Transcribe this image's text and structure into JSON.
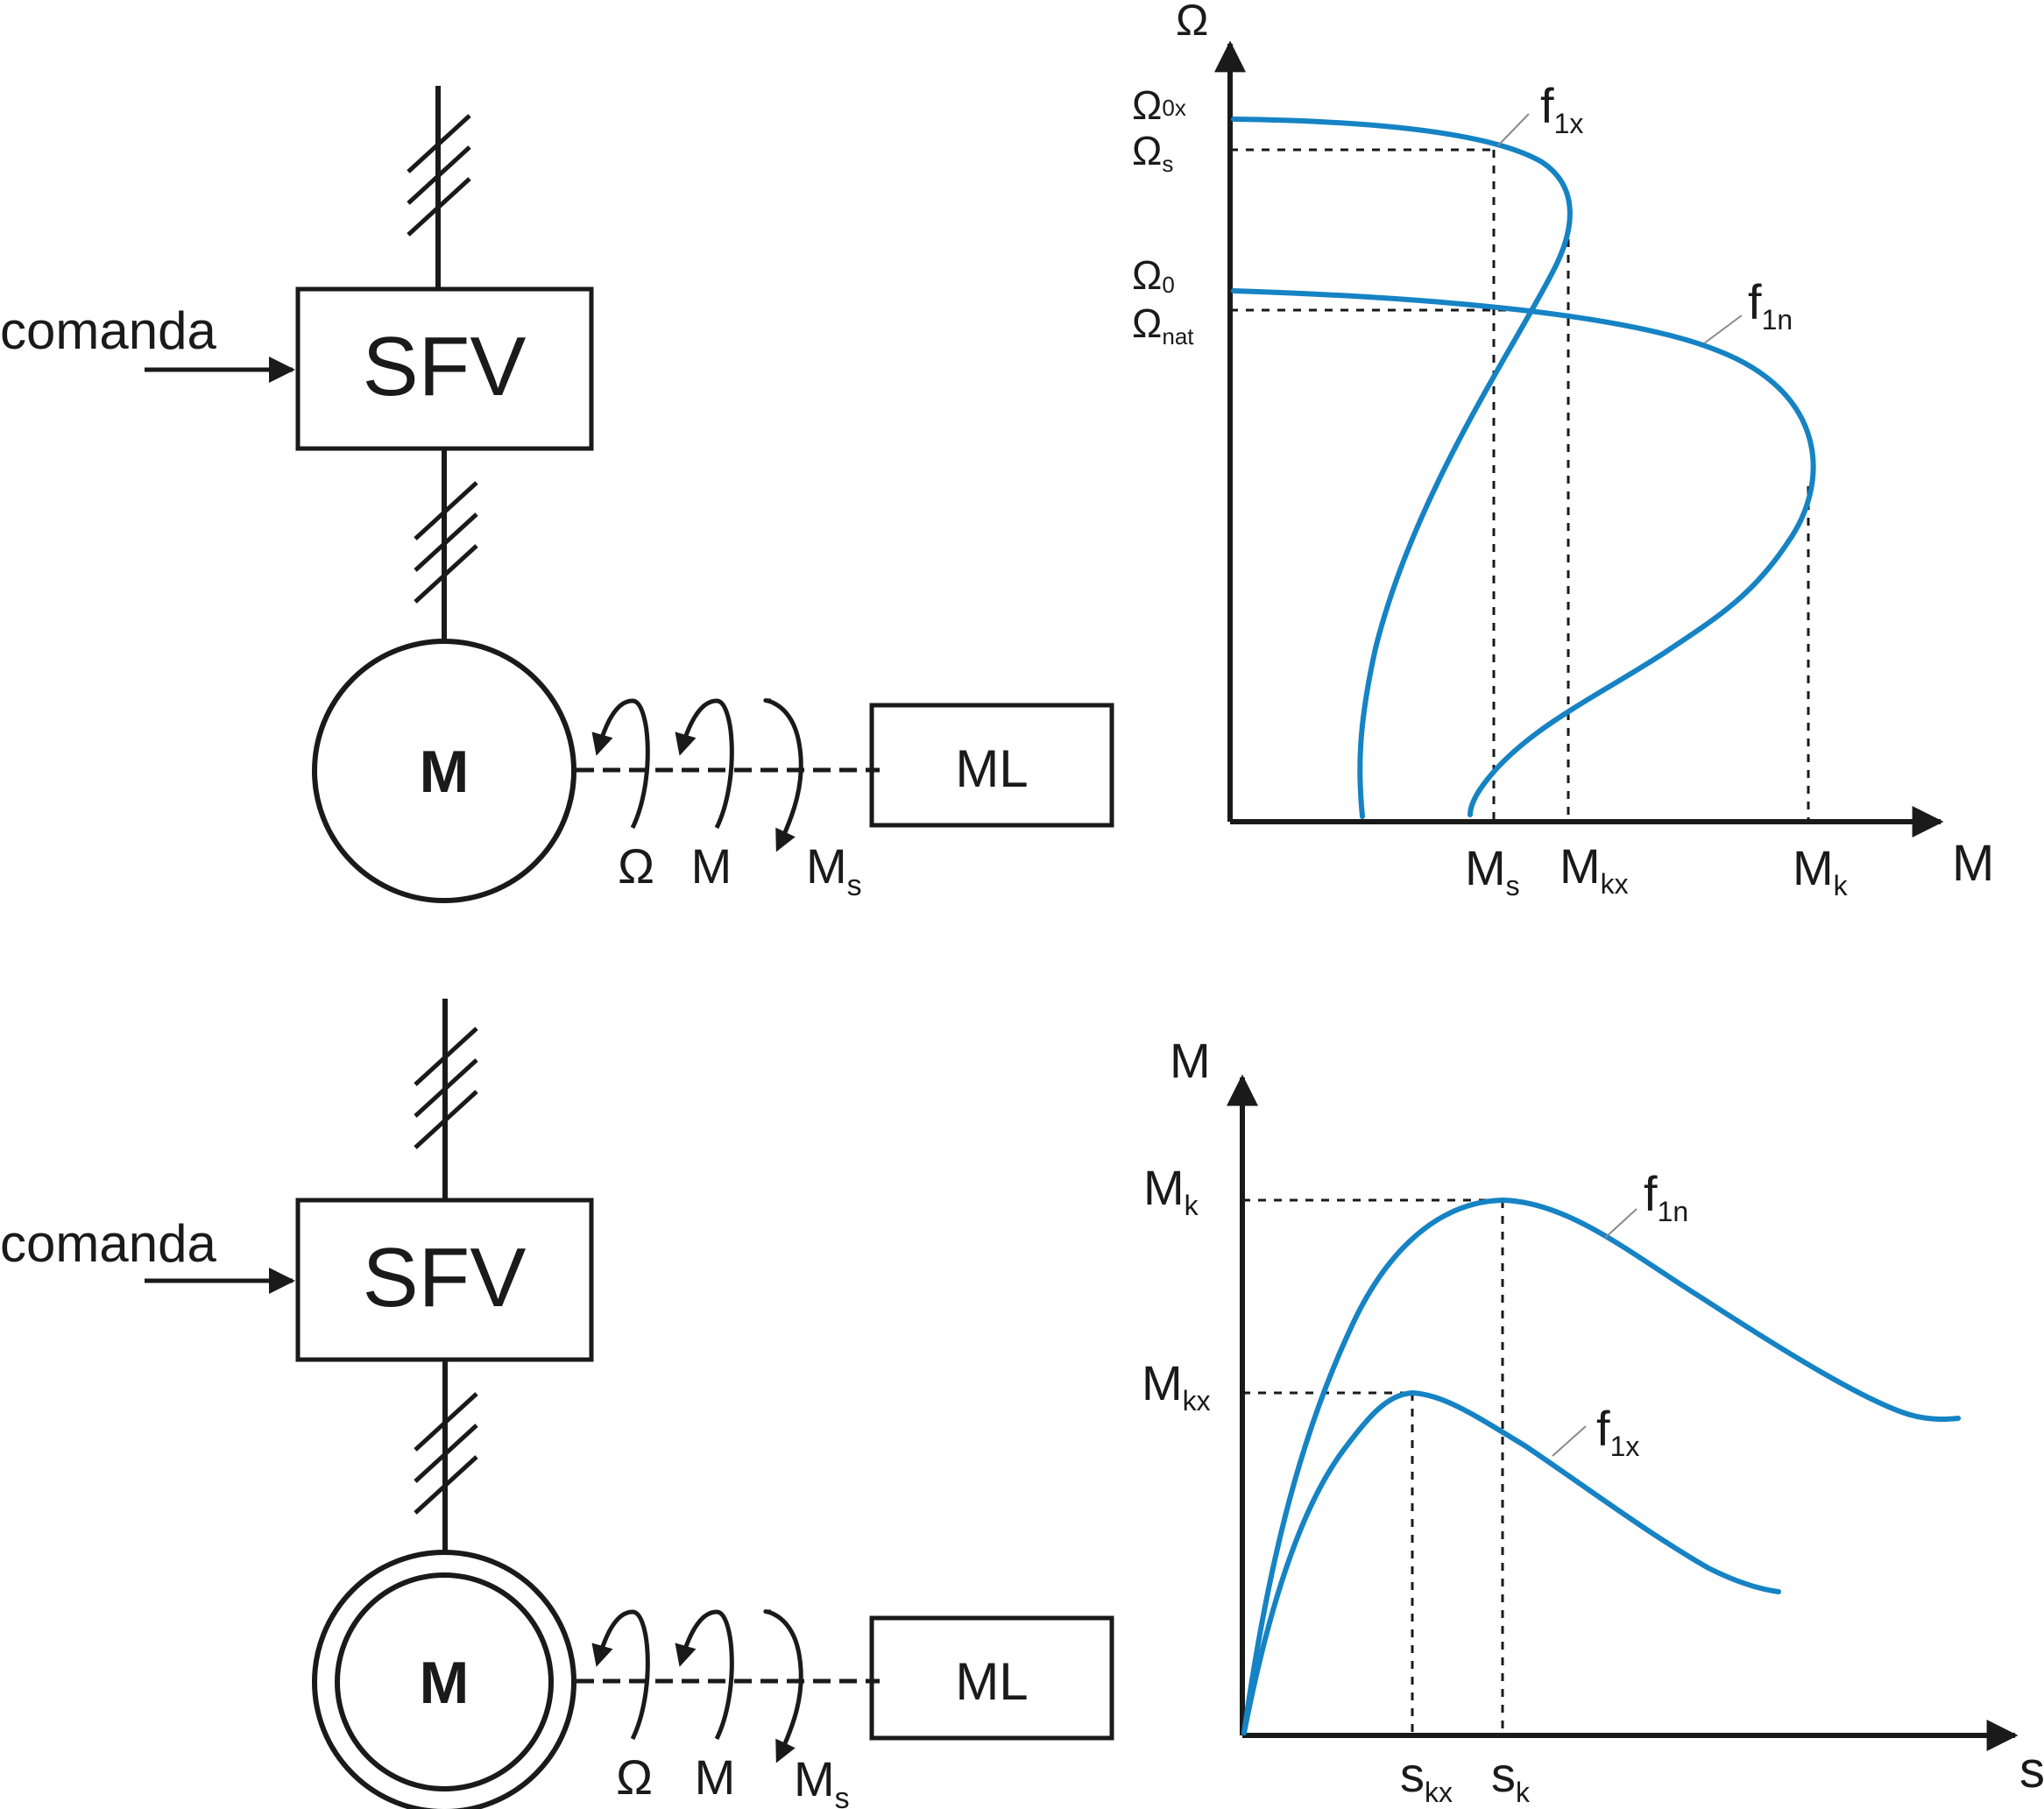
{
  "diagram1": {
    "comanda": "comanda",
    "converter": "SFV",
    "motor": "M",
    "load": "ML",
    "omega": "Ω",
    "torque": "M",
    "ms_main": "M",
    "ms_sub": "s"
  },
  "diagram2": {
    "comanda": "comanda",
    "converter": "SFV",
    "motor": "M",
    "load": "ML",
    "omega": "Ω",
    "torque": "M",
    "ms_main": "M",
    "ms_sub": "s"
  },
  "chart1": {
    "y_axis": "Ω",
    "x_axis": "M",
    "omega0x_main": "Ω",
    "omega0x_sub": "0x",
    "omegas_main": "Ω",
    "omegas_sub": "s",
    "omega0_main": "Ω",
    "omega0_sub": "0",
    "omeganat_main": "Ω",
    "omeganat_sub": "nat",
    "ms_main": "M",
    "ms_sub": "s",
    "mkx_main": "M",
    "mkx_sub": "kx",
    "mk_main": "M",
    "mk_sub": "k",
    "f1x_main": "f",
    "f1x_sub": "1x",
    "f1n_main": "f",
    "f1n_sub": "1n"
  },
  "chart2": {
    "y_axis": "M",
    "x_axis": "s",
    "mk_main": "M",
    "mk_sub": "k",
    "mkx_main": "M",
    "mkx_sub": "kx",
    "skx_main": "s",
    "skx_sub": "kx",
    "sk_main": "s",
    "sk_sub": "k",
    "f1n_main": "f",
    "f1n_sub": "1n",
    "f1x_main": "f",
    "f1x_sub": "1x"
  },
  "colors": {
    "curve": "#1583c4",
    "ink": "#1a1a1a"
  }
}
